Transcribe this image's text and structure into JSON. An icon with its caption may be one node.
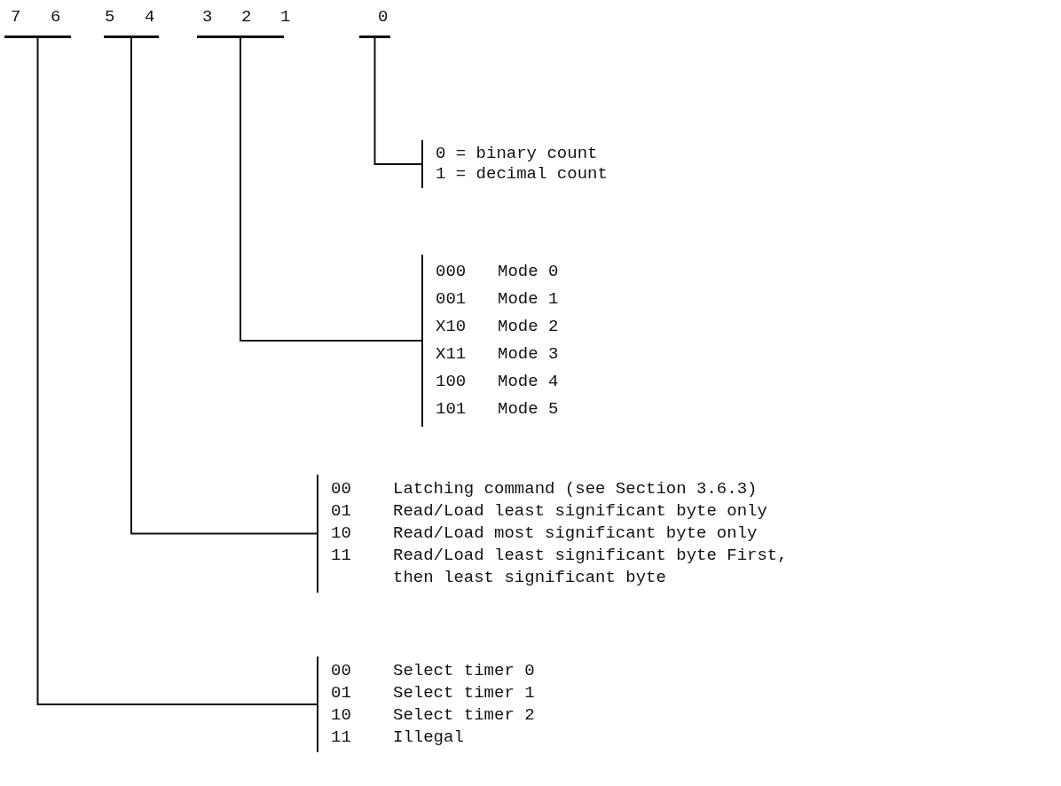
{
  "diagram": {
    "nodes": [
      {
        "text": [],
        "shape": "bar",
        "beside": [
          "7",
          "6"
        ]
      },
      {
        "text": [],
        "shape": "bar",
        "beside": [
          "5",
          "4"
        ]
      },
      {
        "text": [],
        "shape": "bar",
        "beside": [
          "3",
          "2",
          "1"
        ]
      },
      {
        "text": [],
        "shape": "bar",
        "beside": [
          "0"
        ]
      },
      {
        "text": [
          "0 = binary count",
          "1 = decimal count"
        ]
      },
      {
        "text": [
          "000",
          "Mode 0",
          "001",
          "Mode 1",
          "X10",
          "Mode 2",
          "X11",
          "Mode 3",
          "100",
          "Mode 4",
          "101",
          "Mode 5"
        ]
      },
      {
        "text": [
          "00",
          "Latching command (see Section 3.6.3)",
          "01",
          "Read/Load least significant byte only",
          "10",
          "Read/Load most significant byte only",
          "11",
          "Read/Load least significant byte First, then least significant byte"
        ]
      },
      {
        "text": [
          "00",
          "Select timer 0",
          "01",
          "Select timer 1",
          "10",
          "Select timer 2",
          "11",
          "Illegal"
        ]
      }
    ],
    "edges": [
      {
        "from": 3,
        "to": 4,
        "arrow": "none"
      },
      {
        "from": 2,
        "to": 5,
        "arrow": "none"
      },
      {
        "from": 1,
        "to": 6,
        "arrow": "none"
      },
      {
        "from": 0,
        "to": 7,
        "arrow": "none"
      }
    ]
  }
}
